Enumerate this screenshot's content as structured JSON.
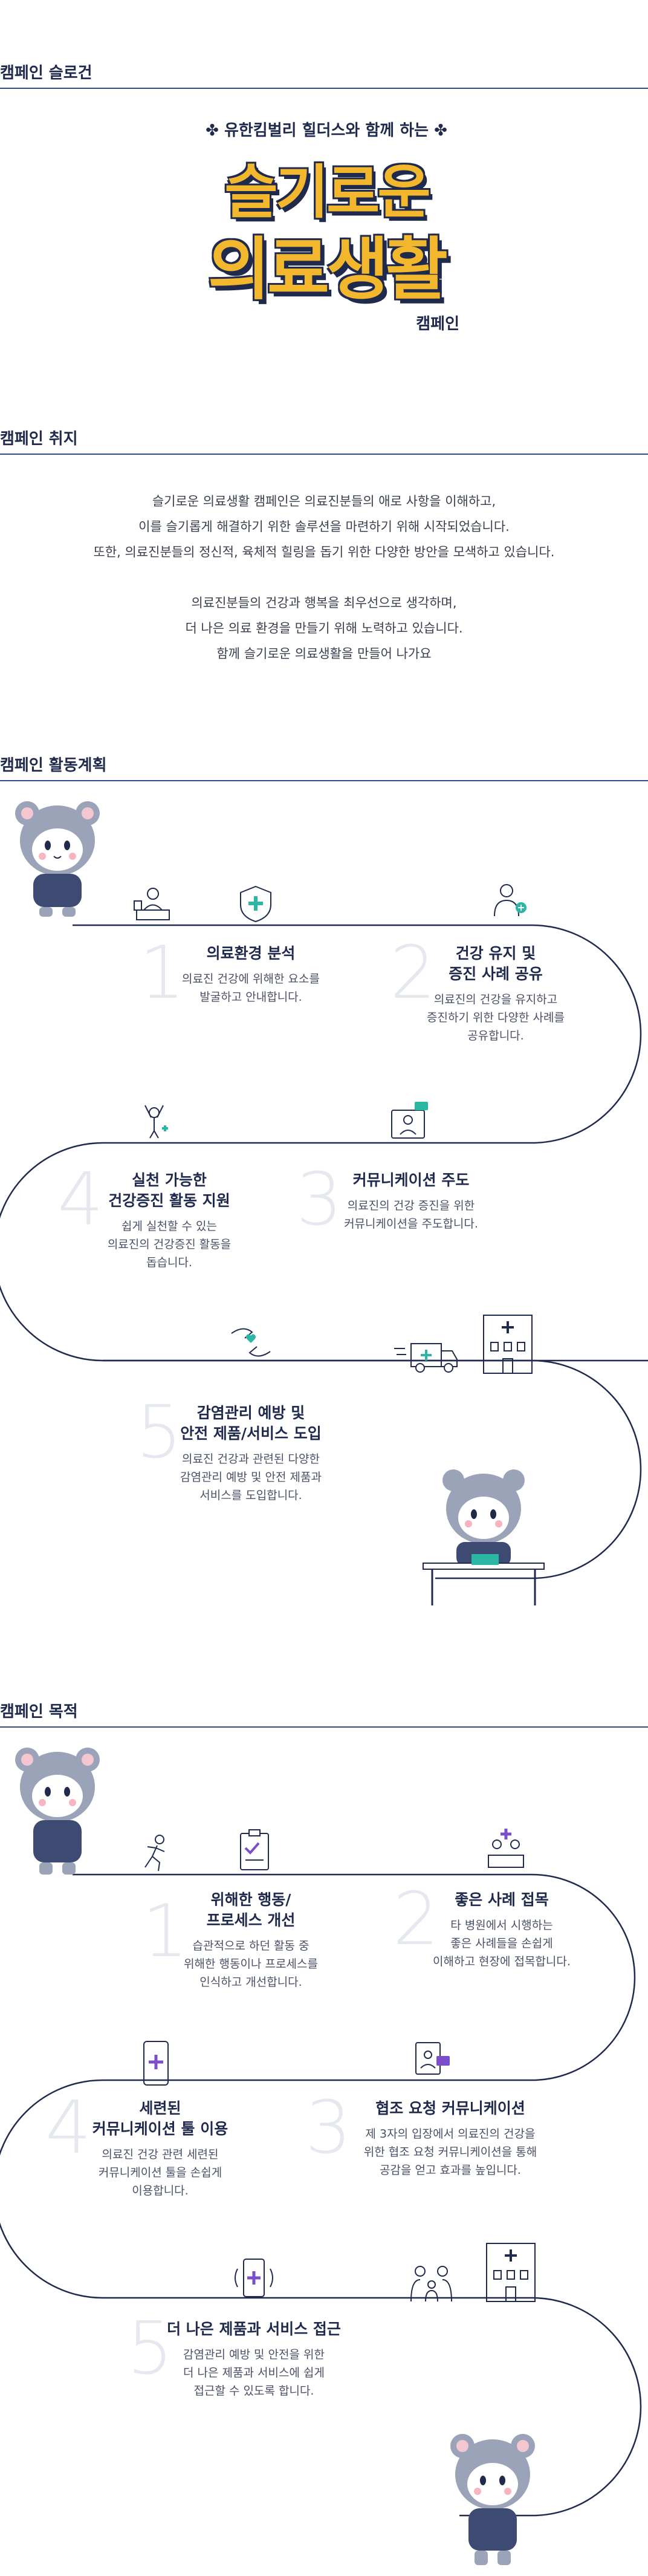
{
  "slogan_section": {
    "title": "캠페인 슬로건",
    "logo": {
      "top_line": "유한킴벌리 힐더스와 함께 하는",
      "line1": "슬기로운",
      "line2": "의료생활",
      "tag": "캠페인"
    }
  },
  "purpose_section": {
    "title": "캠페인 취지",
    "lines": [
      "슬기로운 의료생활 캠페인은 의료진분들의 애로 사항을 이해하고,",
      "이를 슬기롭게 해결하기 위한 솔루션을 마련하기 위해 시작되었습니다.",
      "또한, 의료진분들의 정신적, 육체적 힐링을 돕기 위한 다양한 방안을 모색하고 있습니다.",
      "",
      "의료진분들의 건강과 행복을 최우선으로 생각하며,",
      "더 나은 의료 환경을 만들기 위해 노력하고 있습니다.",
      "함께 슬기로운 의료생활을 만들어 나가요"
    ]
  },
  "plan_section": {
    "title": "캠페인 활동계획",
    "steps": [
      {
        "num": "1",
        "title": "의료환경 분석",
        "desc": "의료진 건강에 위해한 요소를\n발굴하고 안내합니다."
      },
      {
        "num": "2",
        "title": "건강 유지 및\n증진 사례 공유",
        "desc": "의료진의 건강을 유지하고\n증진하기 위한 다양한 사례를\n공유합니다."
      },
      {
        "num": "3",
        "title": "커뮤니케이션 주도",
        "desc": "의료진의 건강 증진을 위한\n커뮤니케이션을 주도합니다."
      },
      {
        "num": "4",
        "title": "실천 가능한\n건강증진 활동 지원",
        "desc": "쉽게 실천할 수 있는\n의료진의 건강증진 활동을\n돕습니다."
      },
      {
        "num": "5",
        "title": "감염관리 예방 및\n안전 제품/서비스 도입",
        "desc": "의료진 건강과 관련된 다양한\n감염관리 예방 및 안전 제품과\n서비스를 도입합니다."
      }
    ]
  },
  "goal_section": {
    "title": "캠페인 목적",
    "steps": [
      {
        "num": "1",
        "title": "위해한 행동/\n프로세스 개선",
        "desc": "습관적으로 하던 활동 중\n위해한 행동이나 프로세스를\n인식하고 개선합니다."
      },
      {
        "num": "2",
        "title": "좋은 사례 접목",
        "desc": "타 병원에서 시행하는\n좋은 사례들을 손쉽게\n이해하고 현장에 접목합니다."
      },
      {
        "num": "3",
        "title": "협조 요청 커뮤니케이션",
        "desc": "제 3자의 입장에서 의료진의 건강을\n위한 협조 요청 커뮤니케이션을 통해\n공감을 얻고 효과를 높입니다."
      },
      {
        "num": "4",
        "title": "세련된\n커뮤니케이션 툴 이용",
        "desc": "의료진 건강 관련 세련된\n커뮤니케이션 툴을 손쉽게\n이용합니다."
      },
      {
        "num": "5",
        "title": "더 나은 제품과 서비스 접근",
        "desc": "감염관리 예방 및 안전을 위한\n더 나은 제품과 서비스에 쉽게\n접근할 수 있도록 합니다."
      }
    ]
  },
  "colors": {
    "navy": "#1f2a4d",
    "rule": "#2f4a8a",
    "gold": "#f2b72d",
    "teal": "#2bb7a3",
    "purple": "#7b4fc9"
  }
}
